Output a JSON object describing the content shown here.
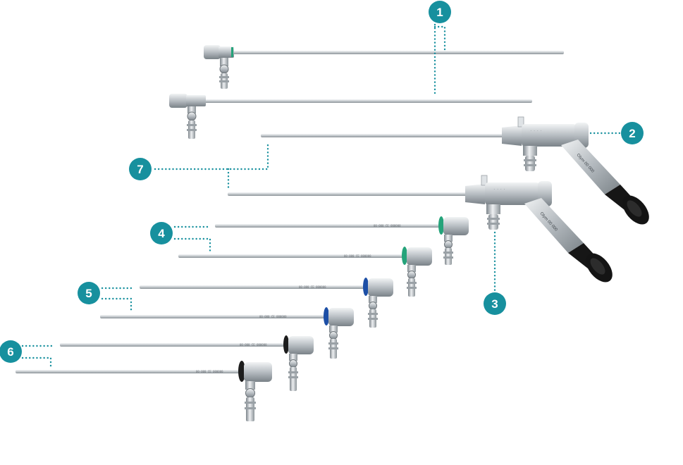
{
  "colors": {
    "badge": "#17909e",
    "dots": "#17909e",
    "steel_light": "#e9ecee",
    "steel_mid": "#b9bfc4",
    "steel_dark": "#7d858b",
    "green_ring": "#25a37a",
    "blue_ring": "#1d4fa6",
    "black_ring": "#1d1d1d",
    "handle_black": "#161616"
  },
  "callouts": [
    {
      "label": "1",
      "icon": "number-badge"
    },
    {
      "label": "2",
      "icon": "number-badge"
    },
    {
      "label": "3",
      "icon": "number-badge"
    },
    {
      "label": "4",
      "icon": "number-badge"
    },
    {
      "label": "5",
      "icon": "number-badge"
    },
    {
      "label": "6",
      "icon": "number-badge"
    },
    {
      "label": "7",
      "icon": "number-badge"
    }
  ],
  "instruments": {
    "group_1": {
      "count": 2,
      "type": "sheath-with-stopcock"
    },
    "group_2": {
      "count": 1,
      "type": "telescope-with-handle"
    },
    "group_3": {
      "count": 1,
      "type": "telescope-with-handle"
    },
    "group_4": {
      "count": 2,
      "type": "sheath-with-ring",
      "ring_color": "green"
    },
    "group_5": {
      "count": 2,
      "type": "sheath-with-ring",
      "ring_color": "blue"
    },
    "group_6": {
      "count": 2,
      "type": "sheath-with-ring",
      "ring_color": "black"
    }
  }
}
